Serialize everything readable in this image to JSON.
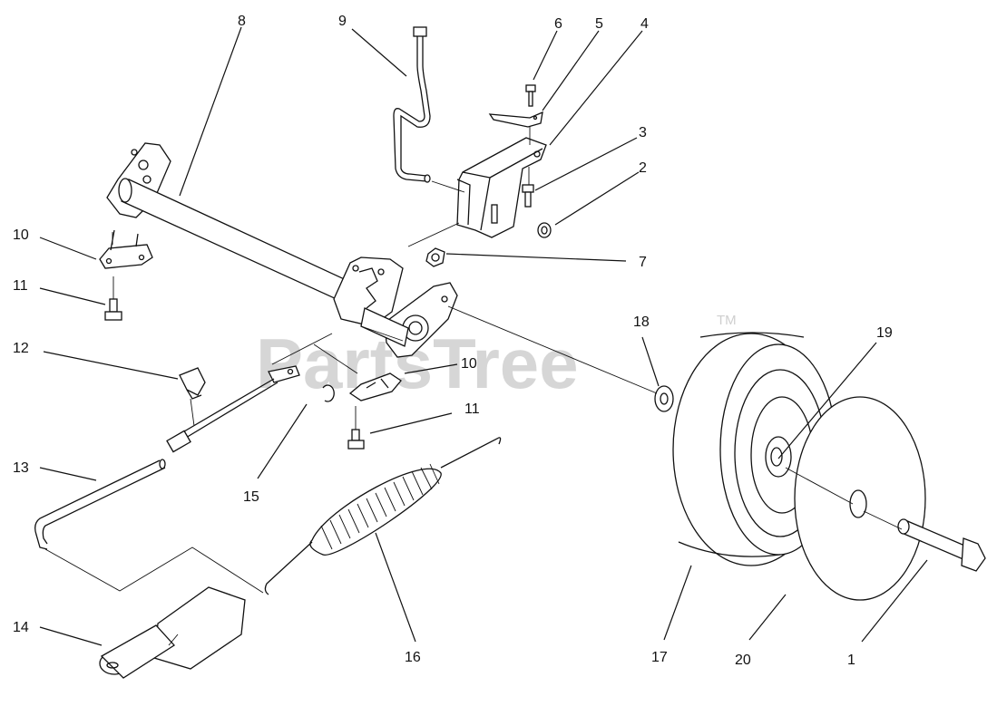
{
  "watermark": {
    "text": "PartsTree",
    "mark": "TM"
  },
  "callouts": [
    {
      "id": "c1",
      "number": "1"
    },
    {
      "id": "c2",
      "number": "2"
    },
    {
      "id": "c3",
      "number": "3"
    },
    {
      "id": "c4",
      "number": "4"
    },
    {
      "id": "c5",
      "number": "5"
    },
    {
      "id": "c6",
      "number": "6"
    },
    {
      "id": "c7",
      "number": "7"
    },
    {
      "id": "c8",
      "number": "8"
    },
    {
      "id": "c9",
      "number": "9"
    },
    {
      "id": "c10a",
      "number": "10"
    },
    {
      "id": "c10b",
      "number": "10"
    },
    {
      "id": "c11a",
      "number": "11"
    },
    {
      "id": "c11b",
      "number": "11"
    },
    {
      "id": "c12",
      "number": "12"
    },
    {
      "id": "c13",
      "number": "13"
    },
    {
      "id": "c14",
      "number": "14"
    },
    {
      "id": "c15",
      "number": "15"
    },
    {
      "id": "c16",
      "number": "16"
    },
    {
      "id": "c17",
      "number": "17"
    },
    {
      "id": "c18",
      "number": "18"
    },
    {
      "id": "c19",
      "number": "19"
    },
    {
      "id": "c20",
      "number": "20"
    }
  ]
}
